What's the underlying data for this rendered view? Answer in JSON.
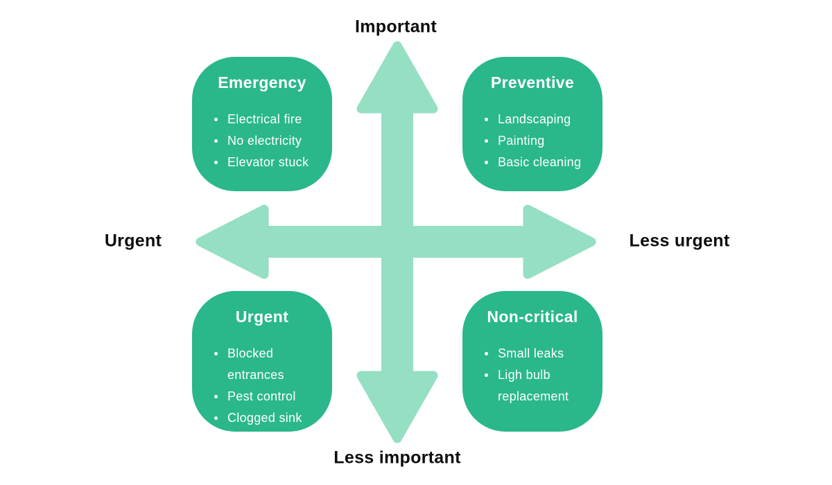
{
  "diagram": {
    "type": "priority-matrix",
    "background": "#ffffff"
  },
  "colors": {
    "box_green": "#2ab78c",
    "arrow_mint": "#95dfc2",
    "label_black": "#0d0d0d",
    "text_white": "#ffffff"
  },
  "axes": {
    "top_label": "Important",
    "bottom_label": "Less important",
    "left_label": "Urgent",
    "right_label": "Less urgent"
  },
  "quadrants": [
    {
      "position": "top-left",
      "title": "Emergency",
      "items": [
        "Electrical fire",
        "No electricity",
        "Elevator stuck"
      ]
    },
    {
      "position": "top-right",
      "title": "Preventive",
      "items": [
        "Landscaping",
        "Painting",
        "Basic cleaning"
      ]
    },
    {
      "position": "bottom-left",
      "title": "Urgent",
      "items": [
        "Blocked entrances",
        "Pest control",
        "Clogged sink"
      ]
    },
    {
      "position": "bottom-right",
      "title": "Non-critical",
      "items": [
        "Small leaks",
        "Ligh bulb replacement"
      ]
    }
  ]
}
